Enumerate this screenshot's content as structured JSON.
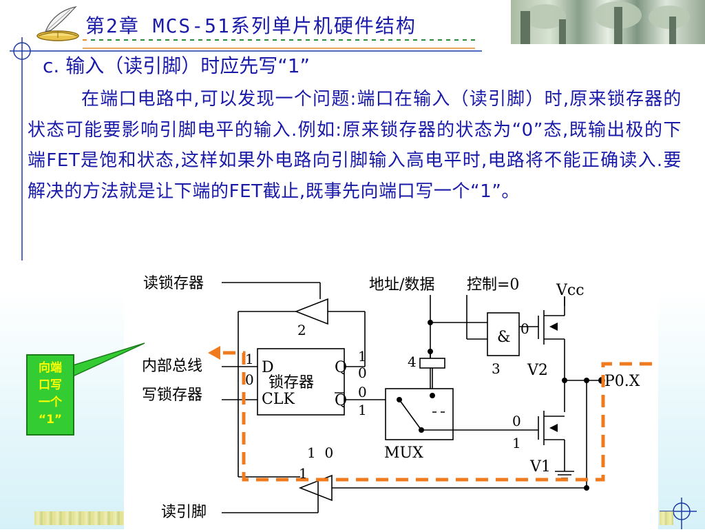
{
  "header": {
    "title": "第2章 MCS-51系列单片机硬件结构"
  },
  "slide": {
    "subtitle": "c. 输入（读引脚）时应先写“1”",
    "paragraph": "在端口电路中,可以发现一个问题:端口在输入（读引脚）时,原来锁存器的状态可能要影响引脚电平的输入.例如:原来锁存器的状态为“0”态,既输出极的下端FET是饱和状态,这样如果外电路向引脚输入高电平时,电路将不能正确读入.要解决的方法就是让下端的FET截止,既事先向端口写一个“1”。"
  },
  "callout": {
    "lines": [
      "向端",
      "口写",
      "一个",
      "“1”"
    ]
  },
  "circuit": {
    "read_latch": "读锁存器",
    "internal_bus": "内部总线",
    "write_latch": "写锁存器",
    "read_pin": "读引脚",
    "addr_data": "地址/数据",
    "control": "控制=0",
    "vcc": "Vcc",
    "latch": "锁存器",
    "d": "D",
    "clk": "CLK",
    "q": "Q",
    "qbar": "Q",
    "and_sym": "&",
    "mux": "MUX",
    "p0x": "P0.X",
    "v1": "V1",
    "v2": "V2",
    "num_2": "2",
    "num_3": "3",
    "num_4": "4",
    "num_1_bottom": "1",
    "num_10": "1  0",
    "bus_1": "1",
    "bus_0": "0",
    "q_1": "1",
    "q_0": "0",
    "qb_0": "0",
    "qb_1": "1",
    "and_0": "0",
    "v1_0": "0",
    "v1_1": "1"
  },
  "colors": {
    "title_blue": "#1a1aa8",
    "dash_orange": "#f07b1e",
    "callout_green": "#33cc33",
    "callout_text": "#ffff00"
  }
}
